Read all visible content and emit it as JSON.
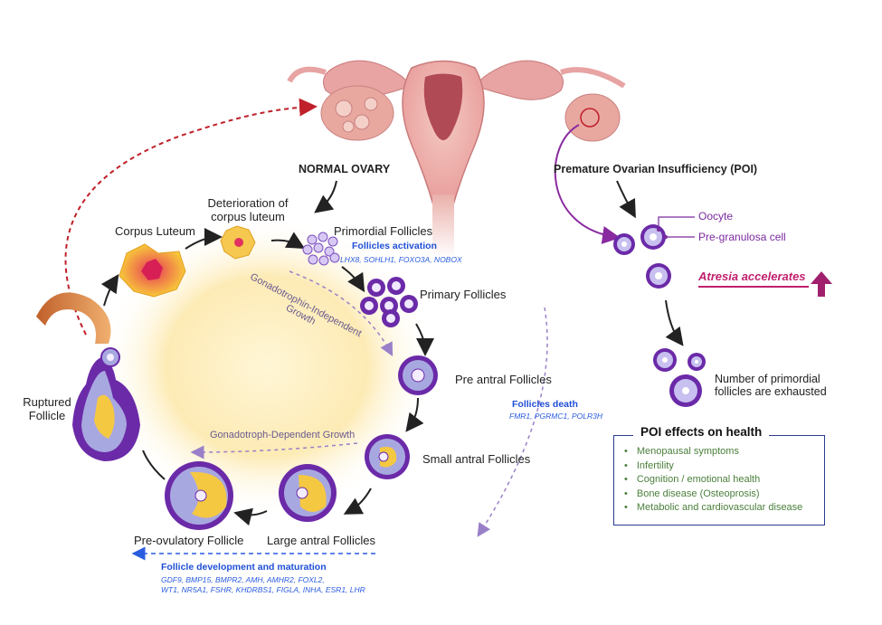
{
  "normal_ovary_label": "NORMAL OVARY",
  "poi_label": "Premature Ovarian Insufficiency (POI)",
  "stages": {
    "corpus_luteum": "Corpus Luteum",
    "deterioration_line1": "Deterioration of",
    "deterioration_line2": "corpus luteum",
    "primordial": "Primordial Follicles",
    "primary": "Primary Follicles",
    "pre_antral": "Pre antral Follicles",
    "small_antral": "Small antral Follicles",
    "large_antral": "Large antral Follicles",
    "pre_ovulatory": "Pre-ovulatory Follicle",
    "ruptured_line1": "Ruptured",
    "ruptured_line2": "Follicle"
  },
  "activation": {
    "title": "Follicles activation",
    "genes": "LHX8, SOHLH1, FOXO3A, NOBOX"
  },
  "independent_growth_line1": "Gonadotrophin-Independent",
  "independent_growth_line2": "Growth",
  "dependent_growth": "Gonadotroph-Dependent Growth",
  "death": {
    "title": "Follicles death",
    "genes": "FMR1, PGRMC1, POLR3H"
  },
  "development": {
    "title": "Follicle development and maturation",
    "genes_line1": "GDF9, BMP15, BMPR2, AMH, AMHR2, FOXL2,",
    "genes_line2": "WT1, NR5A1, FSHR, KHDRBS1, FIGLA, INHA, ESR1, LHR"
  },
  "poi": {
    "oocyte": "Oocyte",
    "pre_granulosa": "Pre-granulosa cell",
    "atresia": "Atresia accelerates",
    "exhausted_line1": "Number of primordial",
    "exhausted_line2": "follicles are exhausted"
  },
  "effects": {
    "title": "POI effects on health",
    "items": [
      "Menopausal symptoms",
      "Infertility",
      "Cognition / emotional health",
      "Bone disease (Osteoprosis)",
      "Metabolic and cardiovascular disease"
    ]
  },
  "colors": {
    "follicle_purple": "#6b2aa8",
    "granulosa_blue": "#a8a8e0",
    "antrum_yellow": "#f5c842",
    "uterus_pink": "#d98a8a",
    "arrow_red": "#c0202a",
    "arrow_purple": "#8a2aa0",
    "gene_blue": "#2a5ce0",
    "effects_green": "#4a7f3a",
    "atresia_pink": "#c0206e"
  }
}
